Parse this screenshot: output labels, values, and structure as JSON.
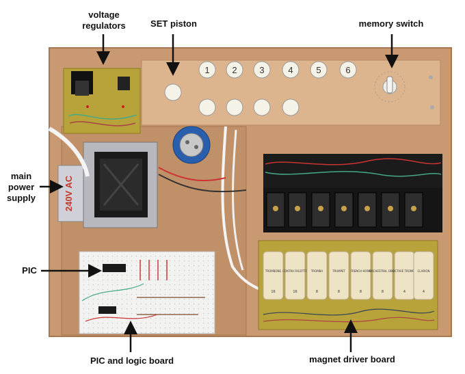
{
  "labels": {
    "voltage_regulators": "voltage\nregulators",
    "set_piston": "SET piston",
    "memory_switch": "memory switch",
    "main_power_supply": "main\npower\nsupply",
    "pic": "PIC",
    "pic_logic_board": "PIC and logic board",
    "magnet_driver_board": "magnet driver board"
  },
  "piston_numbers": [
    "1",
    "2",
    "3",
    "4",
    "5",
    "6"
  ],
  "transformer_text": "240V AC",
  "tabs": [
    {
      "name": "TROMBONE",
      "pitch": "16"
    },
    {
      "name": "CONTRA FAGOTTO",
      "pitch": "16"
    },
    {
      "name": "TROMBA",
      "pitch": "8"
    },
    {
      "name": "TRUMPET",
      "pitch": "8"
    },
    {
      "name": "FRENCH HORN",
      "pitch": "8"
    },
    {
      "name": "ORCHESTRAL OBOE",
      "pitch": "8"
    },
    {
      "name": "OCTAVE TROMBA",
      "pitch": "4"
    },
    {
      "name": "CLARION",
      "pitch": "4"
    }
  ],
  "colors": {
    "board": "#c99a72",
    "pcb": "#b8a23a",
    "tab": "#efe3c6",
    "relay": "#151515",
    "capacitor": "#2a5fae"
  }
}
